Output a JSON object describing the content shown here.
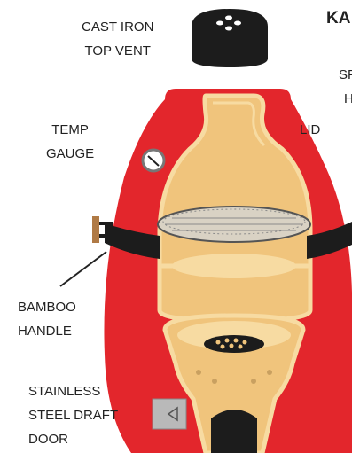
{
  "title": "KA",
  "labels": {
    "top_vent": [
      "CAST IRON",
      "TOP VENT"
    ],
    "temp_gauge": [
      "TEMP",
      "GAUGE"
    ],
    "lid": "LID",
    "spring_hinge": [
      "SP",
      "H"
    ],
    "bamboo_handle": [
      "BAMBOO",
      "HANDLE"
    ],
    "draft_door": [
      "STAINLESS",
      "STEEL DRAFT",
      "DOOR"
    ]
  },
  "colors": {
    "body_red": "#e3262c",
    "ceramic": "#f0c47c",
    "ceramic_light": "#f7dba2",
    "vent_black": "#1c1c1c",
    "bamboo": "#b07a45",
    "steel": "#b9b9b9"
  }
}
